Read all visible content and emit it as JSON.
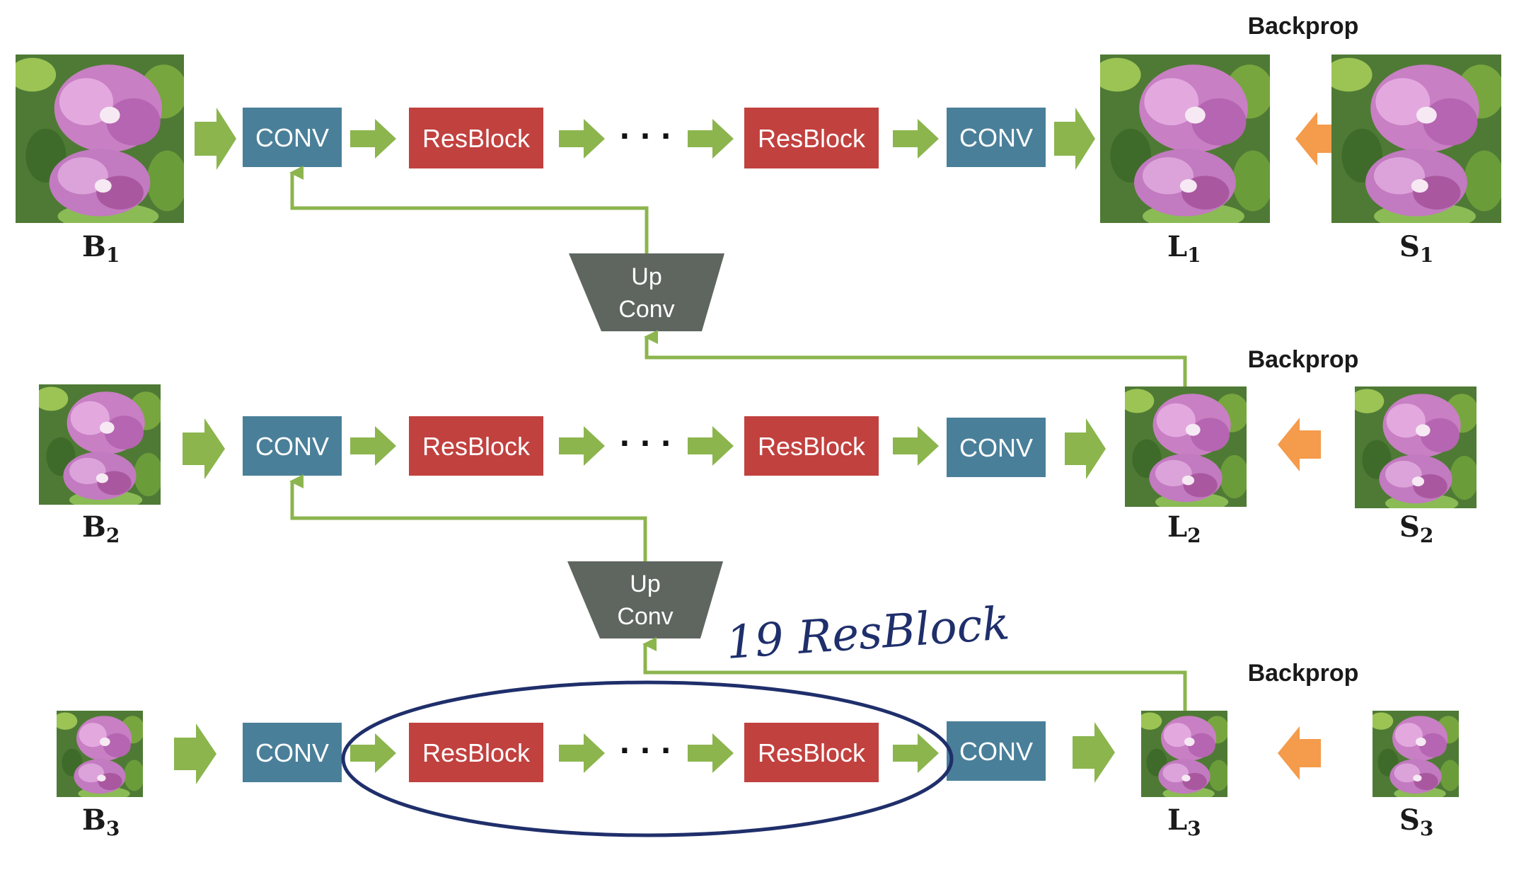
{
  "colors": {
    "conv": "#4a7f99",
    "resblock": "#c1413f",
    "upconv": "#5f6660",
    "arrow_green": "#8cb54e",
    "arrow_orange": "#f49b4c",
    "ellipse": "#1f2f6b"
  },
  "labels": {
    "conv": "CONV",
    "resblock": "ResBlock",
    "upconv_line1": "Up",
    "upconv_line2": "Conv",
    "backprop": "Backprop",
    "dots": "· · ·",
    "annotation": "19 ResBlock"
  },
  "images": {
    "B1": {
      "letter": "B",
      "sub": "1"
    },
    "B2": {
      "letter": "B",
      "sub": "2"
    },
    "B3": {
      "letter": "B",
      "sub": "3"
    },
    "L1": {
      "letter": "L",
      "sub": "1"
    },
    "L2": {
      "letter": "L",
      "sub": "2"
    },
    "L3": {
      "letter": "L",
      "sub": "3"
    },
    "S1": {
      "letter": "S",
      "sub": "1"
    },
    "S2": {
      "letter": "S",
      "sub": "2"
    },
    "S3": {
      "letter": "S",
      "sub": "3"
    }
  },
  "icons": {
    "image_thumbnail": "flower-photo-icon",
    "forward_arrow": "green-arrow-icon",
    "backprop_arrow": "orange-arrow-icon"
  }
}
